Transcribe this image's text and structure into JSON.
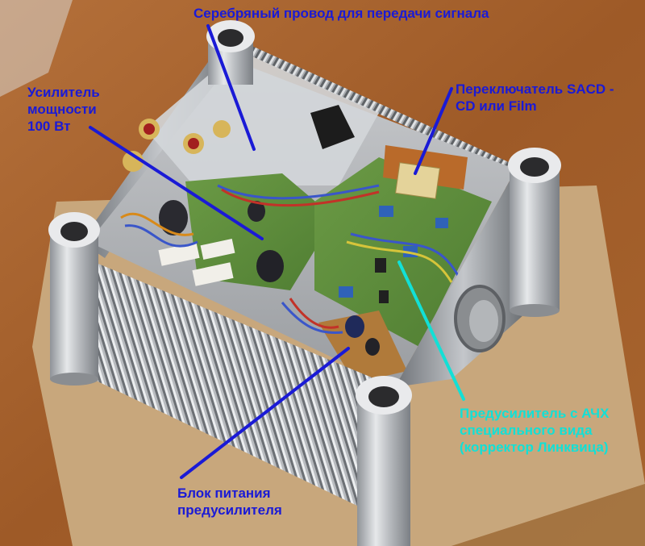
{
  "colors": {
    "label_blue": "#1a1ad6",
    "label_cyan": "#12e0d6",
    "wood_table": "#a9632c",
    "aluminium": "#c9ccd0",
    "pcb_green": "#5d8b3b",
    "wooden_board": "#c8a77c"
  },
  "labels": {
    "silver_wire": [
      "Серебряный провод для передачи сигнала"
    ],
    "power_amp": [
      "Усилитель",
      "мощности",
      "100 Вт"
    ],
    "sacd_switch": [
      "Переключатель SACD -",
      "CD или Film"
    ],
    "preamp": [
      "Предусилитель с АЧХ",
      "специального вида",
      "(корректор Линквица)"
    ],
    "psu": [
      "Блок питания",
      "предусилителя"
    ]
  }
}
